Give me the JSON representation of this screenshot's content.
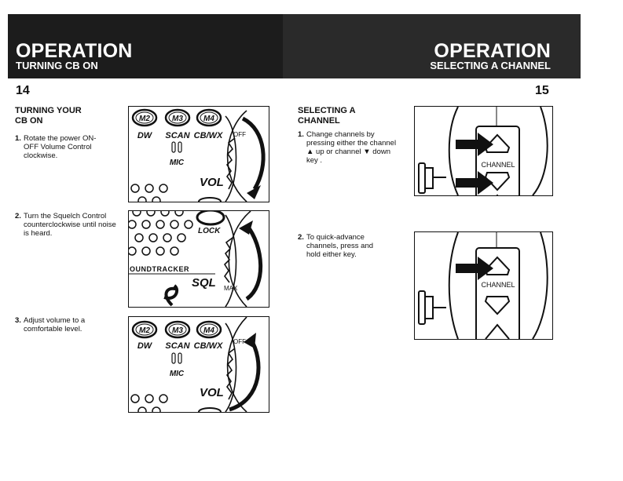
{
  "left_page": {
    "banner_title": "OPERATION",
    "banner_subtitle": "TURNING CB ON",
    "page_number": "14",
    "section_heading": [
      "TURNING YOUR",
      "CB ON"
    ],
    "steps": [
      {
        "num": "1.",
        "text": "Rotate the power ON-OFF Volume Control clockwise."
      },
      {
        "num": "2.",
        "text": "Turn the Squelch Control counterclockwise until noise is heard."
      },
      {
        "num": "3.",
        "text": "Adjust volume to a comfortable level."
      }
    ],
    "figure_labels": {
      "m2": "M2",
      "m3": "M3",
      "m4": "M4",
      "dw": "DW",
      "scan": "SCAN",
      "cbwx": "CB/WX",
      "mic": "MIC",
      "vol": "VOL",
      "off": "OFF",
      "lock": "LOCK",
      "sql": "SQL",
      "max": "MAX",
      "brand": "OUNDTRACKER"
    }
  },
  "right_page": {
    "banner_title": "OPERATION",
    "banner_subtitle": "SELECTING A CHANNEL",
    "page_number": "15",
    "section_heading": [
      "SELECTING A",
      "CHANNEL"
    ],
    "steps": [
      {
        "num": "1.",
        "text": "Change channels by pressing either the channel ▲ up or channel ▼ down key ."
      },
      {
        "num": "2.",
        "text": "To quick-advance channels, press and hold either key."
      }
    ],
    "figure_labels": {
      "channel": "CHANNEL"
    }
  },
  "colors": {
    "banner_left": "#1c1c1c",
    "banner_right": "#2a2a2a",
    "ink": "#111111"
  }
}
